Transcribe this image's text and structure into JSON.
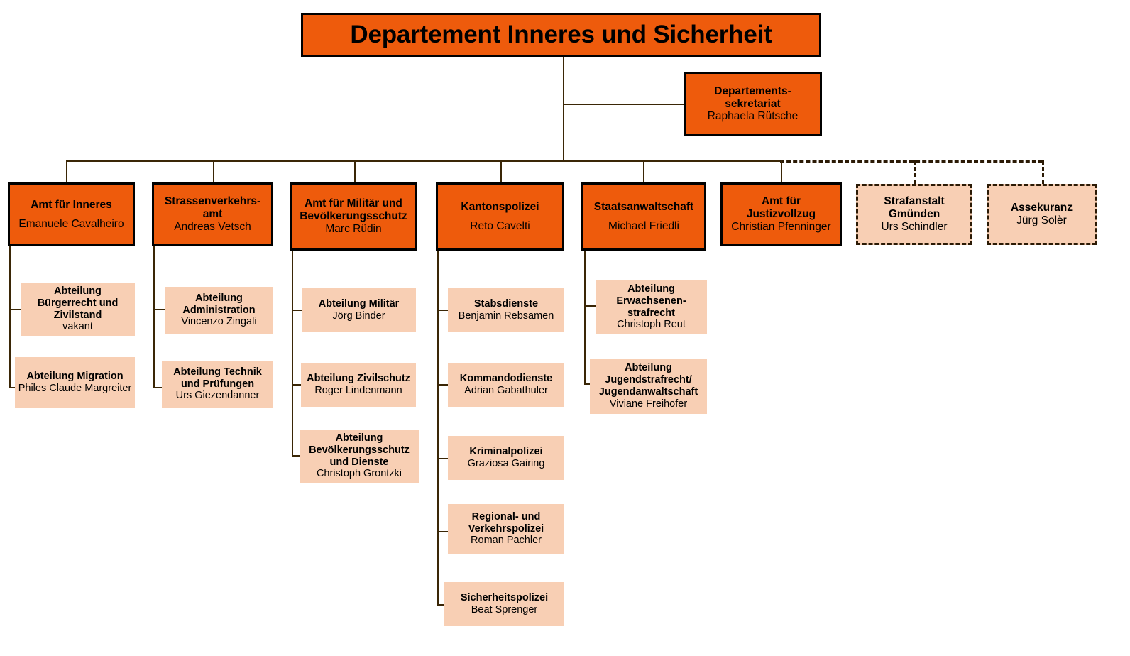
{
  "title": "Departement Inneres und Sicherheit",
  "colors": {
    "primary_fill": "#EE5B0C",
    "secondary_fill": "#F8CFB4",
    "line": "#3a2606",
    "text": "#000000"
  },
  "root": {
    "label": "Departement Inneres und Sicherheit"
  },
  "secretariat": {
    "line1": "Departements-",
    "line2": "sekretariat",
    "person": "Raphaela Rütsche"
  },
  "offices": [
    {
      "id": "amt-fuer-inneres",
      "title_lines": [
        "Amt für Inneres"
      ],
      "person": "Emanuele Cavalheiro",
      "style": "solid",
      "units": [
        {
          "title_lines": [
            "Abteilung",
            "Bürgerrecht  und",
            "Zivilstand"
          ],
          "person": "vakant"
        },
        {
          "title_lines": [
            "Abteilung Migration"
          ],
          "person": "Philes Claude Margreiter"
        }
      ]
    },
    {
      "id": "strassenverkehrsamt",
      "title_lines": [
        "Strassenverkehrs-",
        "amt"
      ],
      "person": "Andreas Vetsch",
      "style": "solid",
      "units": [
        {
          "title_lines": [
            "Abteilung",
            "Administration"
          ],
          "person": "Vincenzo Zingali"
        },
        {
          "title_lines": [
            "Abteilung Technik",
            "und Prüfungen"
          ],
          "person": "Urs Giezendanner"
        }
      ]
    },
    {
      "id": "amt-fuer-militaer-und-bevoelkerungsschutz",
      "title_lines": [
        "Amt für Militär und",
        "Bevölkerungsschutz"
      ],
      "person": "Marc Rüdin",
      "style": "solid",
      "units": [
        {
          "title_lines": [
            "Abteilung Militär"
          ],
          "person": "Jörg Binder"
        },
        {
          "title_lines": [
            "Abteilung Zivilschutz"
          ],
          "person": "Roger Lindenmann"
        },
        {
          "title_lines": [
            "Abteilung",
            "Bevölkerungsschutz",
            "und Dienste"
          ],
          "person": "Christoph Grontzki"
        }
      ]
    },
    {
      "id": "kantonspolizei",
      "title_lines": [
        "Kantonspolizei"
      ],
      "person": "Reto Cavelti",
      "style": "solid",
      "units": [
        {
          "title_lines": [
            "Stabsdienste"
          ],
          "person": "Benjamin Rebsamen"
        },
        {
          "title_lines": [
            "Kommandodienste"
          ],
          "person": "Adrian Gabathuler"
        },
        {
          "title_lines": [
            "Kriminalpolizei"
          ],
          "person": "Graziosa Gairing"
        },
        {
          "title_lines": [
            "Regional- und",
            "Verkehrspolizei"
          ],
          "person": "Roman Pachler"
        },
        {
          "title_lines": [
            "Sicherheitspolizei"
          ],
          "person": "Beat Sprenger"
        }
      ]
    },
    {
      "id": "staatsanwaltschaft",
      "title_lines": [
        "Staatsanwaltschaft"
      ],
      "person": "Michael Friedli",
      "style": "solid",
      "units": [
        {
          "title_lines": [
            "Abteilung",
            "Erwachsenen-",
            "strafrecht"
          ],
          "person": "Christoph Reut"
        },
        {
          "title_lines": [
            "Abteilung",
            "Jugendstrafrecht/",
            "Jugendanwaltschaft"
          ],
          "person": "Viviane Freihofer"
        }
      ]
    },
    {
      "id": "amt-fuer-justizvollzug",
      "title_lines": [
        "Amt für",
        "Justizvollzug"
      ],
      "person": "Christian Pfenninger",
      "style": "solid",
      "units": []
    },
    {
      "id": "strafanstalt-gmuenden",
      "title_lines": [
        "Strafanstalt",
        "Gmünden"
      ],
      "person": "Urs Schindler",
      "style": "dashed",
      "units": []
    },
    {
      "id": "assekuranz",
      "title_lines": [
        "Assekuranz"
      ],
      "person": "Jürg Solèr",
      "style": "dashed",
      "units": []
    }
  ]
}
